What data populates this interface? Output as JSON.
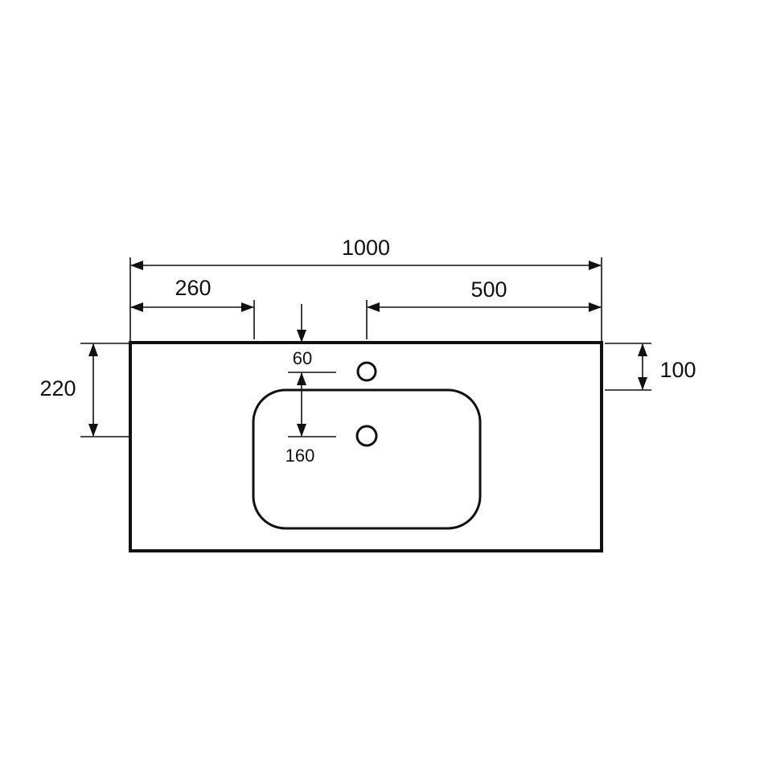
{
  "colors": {
    "stroke": "#111111",
    "background": "#ffffff"
  },
  "dimensions": {
    "overall_width": "1000",
    "left_to_tap": "260",
    "tap_to_right": "500",
    "overall_depth": "220",
    "edge_to_tap_hole": "60",
    "tap_to_overflow": "160",
    "right_depth_to_basin": "100"
  }
}
